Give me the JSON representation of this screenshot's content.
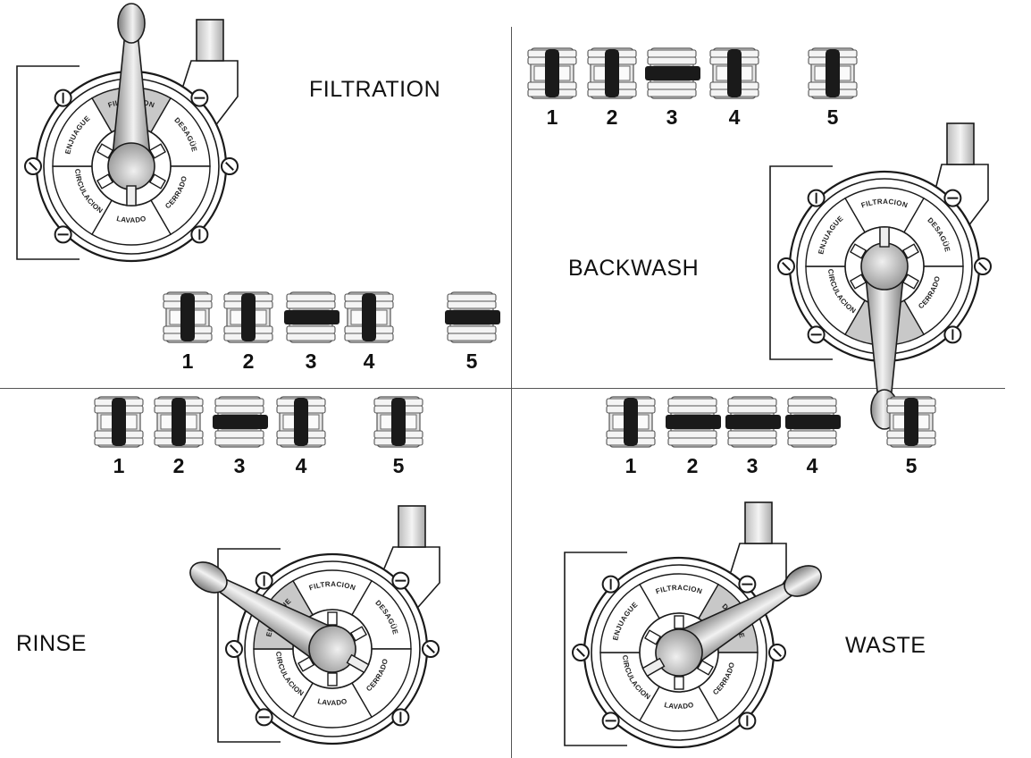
{
  "panels": [
    {
      "key": "filtration",
      "title": "FILTRATION",
      "active_segment": "FILTRACION",
      "valves": [
        {
          "number": "1",
          "state": "open"
        },
        {
          "number": "2",
          "state": "open"
        },
        {
          "number": "3",
          "state": "closed"
        },
        {
          "number": "4",
          "state": "open"
        },
        {
          "number": "5",
          "state": "closed"
        }
      ]
    },
    {
      "key": "backwash",
      "title": "BACKWASH",
      "active_segment": "LAVADO",
      "valves": [
        {
          "number": "1",
          "state": "open"
        },
        {
          "number": "2",
          "state": "open"
        },
        {
          "number": "3",
          "state": "closed"
        },
        {
          "number": "4",
          "state": "open"
        },
        {
          "number": "5",
          "state": "open"
        }
      ]
    },
    {
      "key": "rinse",
      "title": "RINSE",
      "active_segment": "ENJUAGUE",
      "valves": [
        {
          "number": "1",
          "state": "open"
        },
        {
          "number": "2",
          "state": "open"
        },
        {
          "number": "3",
          "state": "closed"
        },
        {
          "number": "4",
          "state": "open"
        },
        {
          "number": "5",
          "state": "open"
        }
      ]
    },
    {
      "key": "waste",
      "title": "WASTE",
      "active_segment": "DESAGÜE",
      "valves": [
        {
          "number": "1",
          "state": "open"
        },
        {
          "number": "2",
          "state": "closed"
        },
        {
          "number": "3",
          "state": "closed"
        },
        {
          "number": "4",
          "state": "closed"
        },
        {
          "number": "5",
          "state": "open"
        }
      ]
    }
  ],
  "dial_segments": [
    "FILTRACION",
    "DESAGÜE",
    "CERRADO",
    "LAVADO",
    "CIRCULACION",
    "ENJUAGUE"
  ],
  "colors": {
    "ink": "#1a1a1a",
    "active_segment": "#c8c8c8",
    "handle": "#d4d4d4",
    "valve_body": "#e6e6e6"
  }
}
